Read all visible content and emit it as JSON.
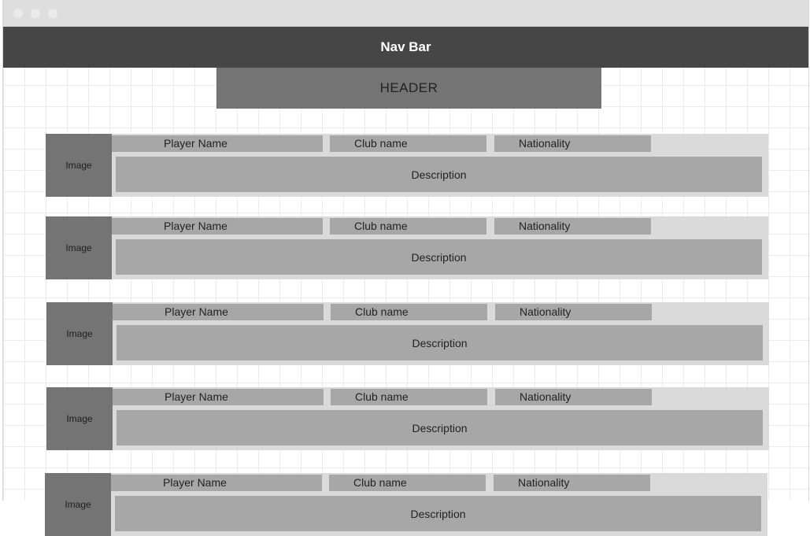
{
  "nav": {
    "title": "Nav Bar"
  },
  "header": {
    "title": "HEADER"
  },
  "cards": [
    {
      "image": "Image",
      "player": "Player Name",
      "club": "Club name",
      "nationality": "Nationality",
      "description": "Description"
    },
    {
      "image": "Image",
      "player": "Player Name",
      "club": "Club name",
      "nationality": "Nationality",
      "description": "Description"
    },
    {
      "image": "Image",
      "player": "Player Name",
      "club": "Club name",
      "nationality": "Nationality",
      "description": "Description"
    },
    {
      "image": "Image",
      "player": "Player Name",
      "club": "Club name",
      "nationality": "Nationality",
      "description": "Description"
    },
    {
      "image": "Image",
      "player": "Player Name",
      "club": "Club name",
      "nationality": "Nationality",
      "description": "Description"
    }
  ]
}
